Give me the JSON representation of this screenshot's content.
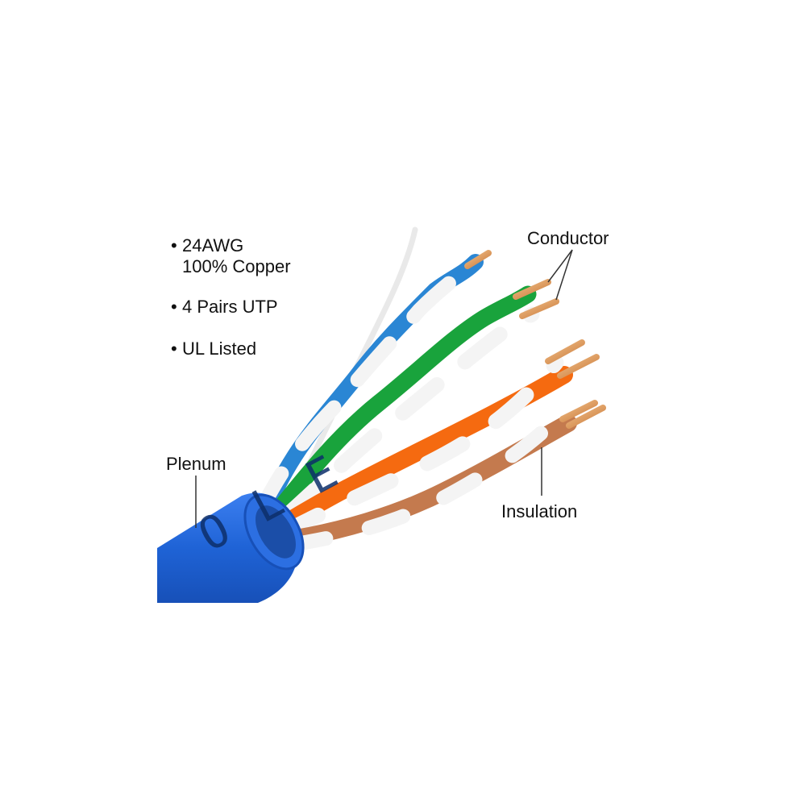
{
  "features": [
    {
      "line1": "24AWG",
      "line2": "100% Copper"
    },
    {
      "line1": "4 Pairs UTP"
    },
    {
      "line1": "UL Listed"
    }
  ],
  "callouts": {
    "conductor": "Conductor",
    "plenum": "Plenum",
    "insulation": "Insulation"
  },
  "jacket_print": "O L E",
  "colors": {
    "jacket": "#1f63d6",
    "blue_pair": "#2a86d4",
    "green_pair": "#19a33c",
    "orange_pair": "#f56a10",
    "brown_pair": "#c47a4e",
    "copper": "#e3a062",
    "white_wire": "#f4f4f4"
  }
}
